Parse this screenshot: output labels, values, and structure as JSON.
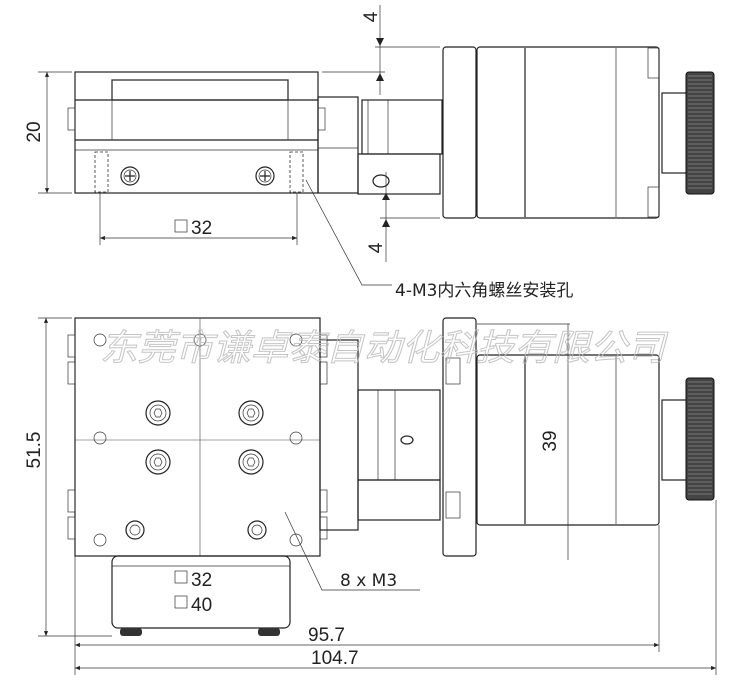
{
  "top_view": {
    "dim_height": "20",
    "dim_square": "32",
    "dim_offset_top": "4",
    "dim_offset_bottom": "4",
    "callout_mount_holes": "4-M3内六角螺丝安装孔"
  },
  "front_view": {
    "dim_height": "51.5",
    "dim_motor": "39",
    "dim_square_inner": "32",
    "dim_square_outer": "40",
    "callout_holes": "8 x  M3",
    "dim_length_body": "95.7",
    "dim_length_total": "104.7"
  },
  "watermark": "东莞市谦卓泰自动化科技有限公司",
  "square_symbol": "□"
}
